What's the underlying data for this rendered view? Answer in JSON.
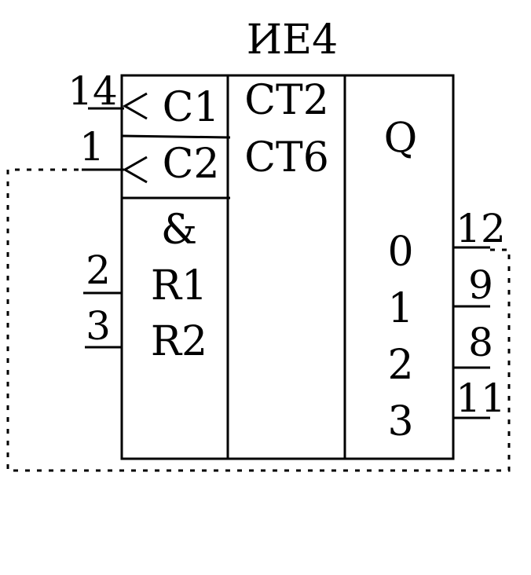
{
  "chip": {
    "title": "ИЕ4",
    "control": {
      "clock1": "C1",
      "clock2": "C2",
      "and_symbol": "&",
      "reset1": "R1",
      "reset2": "R2"
    },
    "function": {
      "line1": "CT2",
      "line2": "CT6"
    },
    "outputs": {
      "header": "Q",
      "bits": [
        "0",
        "1",
        "2",
        "3"
      ]
    }
  },
  "pins": {
    "c1": "14",
    "c2": "1",
    "r1": "2",
    "r2": "3",
    "q0": "12",
    "q1": "9",
    "q2": "8",
    "q3": "11"
  }
}
